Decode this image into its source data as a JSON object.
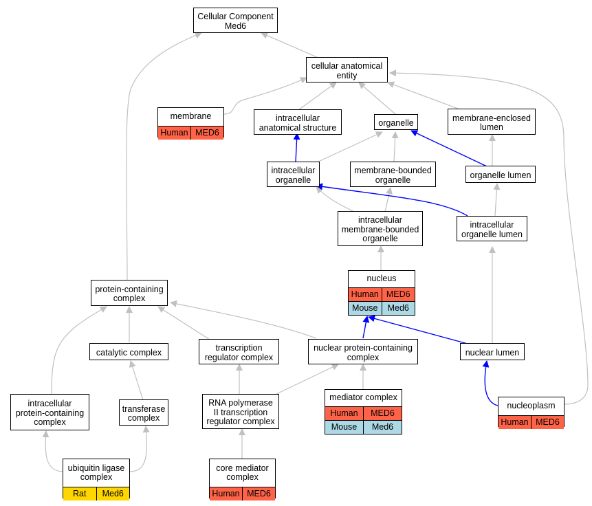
{
  "nodes": {
    "cellular_component": {
      "label": "Cellular Component\nMed6"
    },
    "cellular_anatomical_entity": {
      "label": "cellular anatomical\nentity"
    },
    "membrane": {
      "label": "membrane",
      "rows": [
        [
          "Human",
          "MED6"
        ]
      ]
    },
    "intracellular_anatomical_structure": {
      "label": "intracellular\nanatomical structure"
    },
    "organelle": {
      "label": "organelle"
    },
    "membrane_enclosed_lumen": {
      "label": "membrane-enclosed\nlumen"
    },
    "intracellular_organelle": {
      "label": "intracellular\norganelle"
    },
    "membrane_bounded_organelle": {
      "label": "membrane-bounded\norganelle"
    },
    "organelle_lumen": {
      "label": "organelle lumen"
    },
    "intracellular_membrane_bounded_organelle": {
      "label": "intracellular\nmembrane-bounded\norganelle"
    },
    "intracellular_organelle_lumen": {
      "label": "intracellular\norganelle lumen"
    },
    "nucleus": {
      "label": "nucleus",
      "rows": [
        [
          "Human",
          "MED6"
        ],
        [
          "Mouse",
          "Med6"
        ]
      ]
    },
    "protein_containing_complex": {
      "label": "protein-containing\ncomplex"
    },
    "catalytic_complex": {
      "label": "catalytic complex"
    },
    "transcription_regulator_complex": {
      "label": "transcription\nregulator complex"
    },
    "nuclear_protein_containing_complex": {
      "label": "nuclear protein-containing\ncomplex"
    },
    "nuclear_lumen": {
      "label": "nuclear lumen"
    },
    "intracellular_protein_containing_complex": {
      "label": "intracellular\nprotein-containing\ncomplex"
    },
    "transferase_complex": {
      "label": "transferase\ncomplex"
    },
    "rna_polymerase_ii_transcription_regulator_complex": {
      "label": "RNA polymerase\nII transcription\nregulator complex"
    },
    "mediator_complex": {
      "label": "mediator complex",
      "rows": [
        [
          "Human",
          "MED6"
        ],
        [
          "Mouse",
          "Med6"
        ]
      ]
    },
    "nucleoplasm": {
      "label": "nucleoplasm",
      "rows": [
        [
          "Human",
          "MED6"
        ]
      ]
    },
    "ubiquitin_ligase_complex": {
      "label": "ubiquitin ligase\ncomplex",
      "rows": [
        [
          "Rat",
          "Med6"
        ]
      ]
    },
    "core_mediator_complex": {
      "label": "core mediator\ncomplex",
      "rows": [
        [
          "Human",
          "MED6"
        ]
      ]
    }
  },
  "colors": {
    "Human": "#ff6347",
    "Mouse": "#add8e6",
    "Rat": "#ffd700",
    "edge_is_a": "#c0c0c0",
    "edge_part_of": "#0000ff"
  }
}
